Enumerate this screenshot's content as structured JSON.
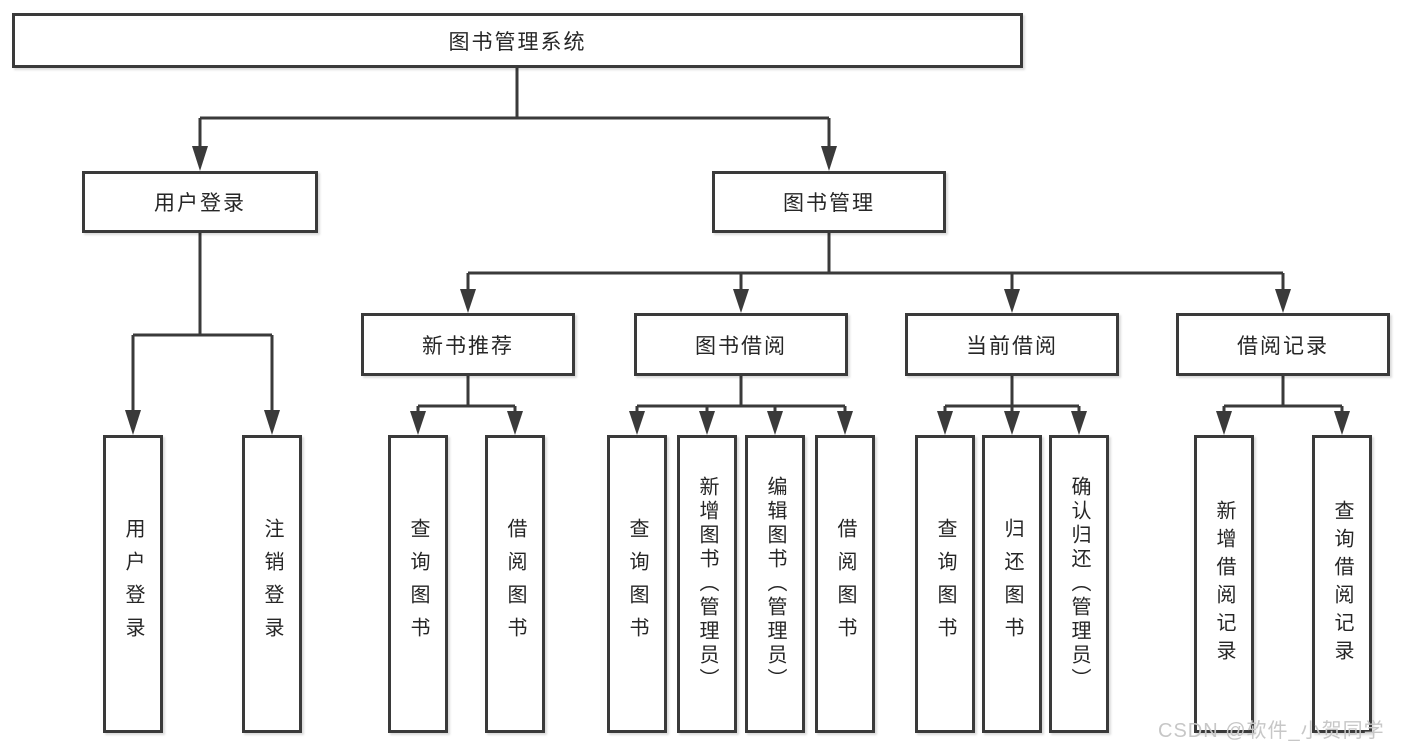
{
  "tree": {
    "root": {
      "label": "图书管理系统"
    },
    "level2": [
      {
        "label": "用户登录",
        "children": [
          {
            "label": "用户登录"
          },
          {
            "label": "注销登录"
          }
        ]
      },
      {
        "label": "图书管理",
        "children": [
          {
            "label": "新书推荐",
            "children": [
              {
                "label": "查询图书"
              },
              {
                "label": "借阅图书"
              }
            ]
          },
          {
            "label": "图书借阅",
            "children": [
              {
                "label": "查询图书"
              },
              {
                "label": "新增图书（管理员）"
              },
              {
                "label": "编辑图书（管理员）"
              },
              {
                "label": "借阅图书"
              }
            ]
          },
          {
            "label": "当前借阅",
            "children": [
              {
                "label": "查询图书"
              },
              {
                "label": "归还图书"
              },
              {
                "label": "确认归还（管理员）"
              }
            ]
          },
          {
            "label": "借阅记录",
            "children": [
              {
                "label": "新增借阅记录"
              },
              {
                "label": "查询借阅记录"
              }
            ]
          }
        ]
      }
    ]
  },
  "watermark": "CSDN @软件_小贺同学",
  "colors": {
    "line": "#3a3a3a",
    "text": "#262626",
    "background": "#ffffff",
    "watermark": "#c7c7c7"
  }
}
